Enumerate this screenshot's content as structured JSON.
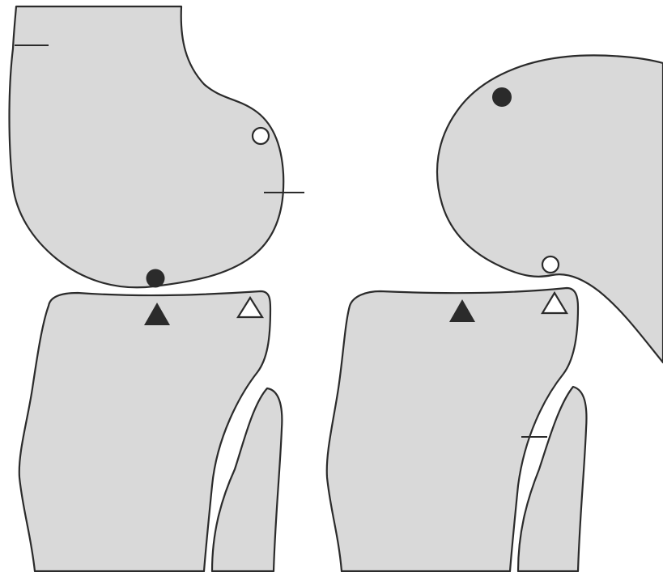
{
  "colors": {
    "bone_fill": "#d9d9d9",
    "outline": "#2b2b2b",
    "filled_marker": "#2b2b2b",
    "open_marker_fill": "#ffffff",
    "background": "#ffffff"
  },
  "panels": [
    {
      "id": "left",
      "markers": [
        {
          "shape": "filled-circle",
          "icon": "filled-circle-icon"
        },
        {
          "shape": "open-circle",
          "icon": "open-circle-icon"
        },
        {
          "shape": "filled-triangle",
          "icon": "filled-triangle-icon"
        },
        {
          "shape": "open-triangle",
          "icon": "open-triangle-icon"
        }
      ]
    },
    {
      "id": "right",
      "markers": [
        {
          "shape": "filled-circle",
          "icon": "filled-circle-icon"
        },
        {
          "shape": "open-circle",
          "icon": "open-circle-icon"
        },
        {
          "shape": "filled-triangle",
          "icon": "filled-triangle-icon"
        },
        {
          "shape": "open-triangle",
          "icon": "open-triangle-icon"
        }
      ]
    }
  ]
}
